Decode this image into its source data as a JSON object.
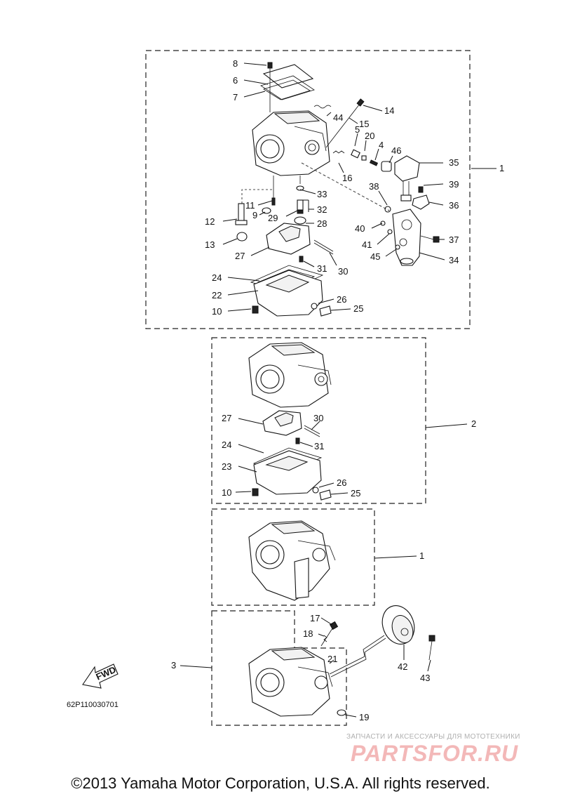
{
  "figure_code": "62P110030701",
  "copyright": "©2013 Yamaha Motor Corporation, U.S.A. All rights reserved.",
  "fwd_label": "FWD",
  "watermark": {
    "tagline": "ЗАПЧАСТИ И АКСЕССУАРЫ ДЛЯ МОТОТЕХНИКИ",
    "logo": "PARTSFOR.RU"
  },
  "callouts": {
    "c8": "8",
    "c6": "6",
    "c7": "7",
    "c14": "14",
    "c15": "15",
    "c44": "44",
    "c5": "5",
    "c20": "20",
    "c4": "4",
    "c46": "46",
    "c35": "35",
    "c1a": "1",
    "c16": "16",
    "c33": "33",
    "c38": "38",
    "c39": "39",
    "c11": "11",
    "c9": "9",
    "c29": "29",
    "c32": "32",
    "c36": "36",
    "c12": "12",
    "c28": "28",
    "c40": "40",
    "c37": "37",
    "c13": "13",
    "c41": "41",
    "c27a": "27",
    "c45": "45",
    "c34": "34",
    "c31a": "31",
    "c30a": "30",
    "c24a": "24",
    "c22": "22",
    "c26a": "26",
    "c10a": "10",
    "c25a": "25",
    "c27b": "27",
    "c30b": "30",
    "c2": "2",
    "c24b": "24",
    "c31b": "31",
    "c23": "23",
    "c26b": "26",
    "c10b": "10",
    "c25b": "25",
    "c1b": "1",
    "c17": "17",
    "c18": "18",
    "c21": "21",
    "c3": "3",
    "c42": "42",
    "c43": "43",
    "c19": "19"
  }
}
